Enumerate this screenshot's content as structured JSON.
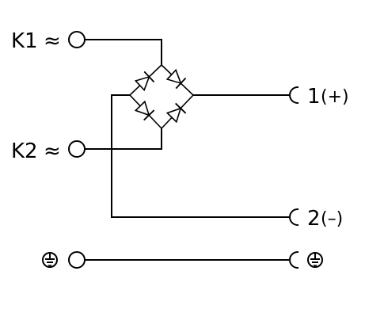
{
  "inputs": {
    "k1": "K1",
    "k2": "K2",
    "ac_symbol": "≈",
    "earth_icon": "earth-ground-icon"
  },
  "outputs": {
    "pin1": "1",
    "pin1_polarity": "(+)",
    "pin2": "2",
    "pin2_polarity": "(–)",
    "earth_icon": "earth-ground-icon"
  },
  "colors": {
    "ink": "#000000",
    "background": "#ffffff"
  }
}
